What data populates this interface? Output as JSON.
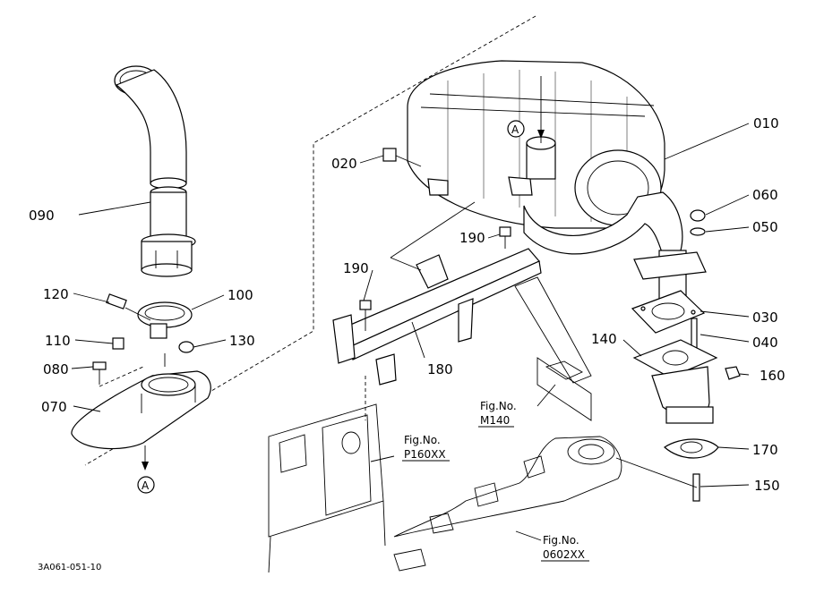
{
  "diagram": {
    "code": "3A061-051-10",
    "marker": "A",
    "parts": {
      "p010": "010",
      "p020": "020",
      "p030": "030",
      "p040": "040",
      "p050": "050",
      "p060": "060",
      "p070": "070",
      "p080": "080",
      "p090": "090",
      "p100": "100",
      "p110": "110",
      "p120": "120",
      "p130": "130",
      "p140": "140",
      "p150": "150",
      "p160": "160",
      "p170": "170",
      "p180": "180",
      "p190a": "190",
      "p190b": "190"
    },
    "refs": {
      "m140": {
        "title": "Fig.No.",
        "number": "M140"
      },
      "p160xx": {
        "title": "Fig.No.",
        "number": "P160XX"
      },
      "f0602xx": {
        "title": "Fig.No.",
        "number": "0602XX"
      }
    }
  }
}
